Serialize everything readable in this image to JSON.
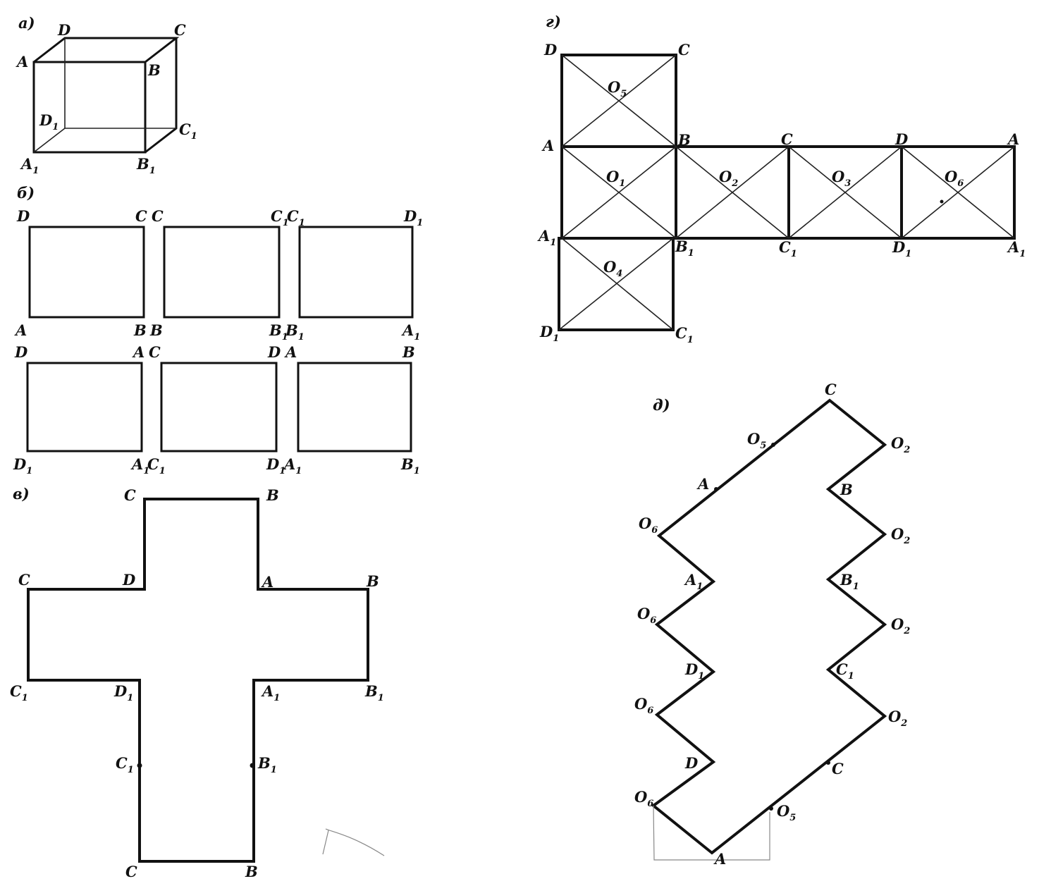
{
  "panels": {
    "a": "а)",
    "b": "б)",
    "v": "в)",
    "g": "г)",
    "d": "д)"
  },
  "cube_a": {
    "D": "D",
    "C": "C",
    "A": "A",
    "B": "B",
    "D1": [
      "D",
      "1"
    ],
    "C1": [
      "C",
      "1"
    ],
    "A1": [
      "A",
      "1"
    ],
    "B1": [
      "B",
      "1"
    ]
  },
  "faces_b": [
    {
      "tl": [
        "D",
        ""
      ],
      "tr": [
        "C",
        ""
      ],
      "bl": [
        "A",
        ""
      ],
      "br": [
        "B",
        ""
      ]
    },
    {
      "tl": [
        "C",
        ""
      ],
      "tr": [
        "C",
        "1"
      ],
      "bl": [
        "B",
        ""
      ],
      "br": [
        "B",
        "1"
      ]
    },
    {
      "tl": [
        "C",
        "1"
      ],
      "tr": [
        "D",
        "1"
      ],
      "bl": [
        "B",
        "1"
      ],
      "br": [
        "A",
        "1"
      ]
    },
    {
      "tl": [
        "D",
        ""
      ],
      "tr": [
        "A",
        ""
      ],
      "bl": [
        "D",
        "1"
      ],
      "br": [
        "A",
        "1"
      ]
    },
    {
      "tl": [
        "C",
        ""
      ],
      "tr": [
        "D",
        ""
      ],
      "bl": [
        "C",
        "1"
      ],
      "br": [
        "D",
        "1"
      ]
    },
    {
      "tl": [
        "A",
        ""
      ],
      "tr": [
        "B",
        ""
      ],
      "bl": [
        "A",
        "1"
      ],
      "br": [
        "B",
        "1"
      ]
    }
  ],
  "net_v": {
    "top_left": "C",
    "top_right": "B",
    "mid_left": "C",
    "mid_d": "D",
    "mid_a": "A",
    "mid_right": "B",
    "low_left": [
      "C",
      "1"
    ],
    "low_d1": [
      "D",
      "1"
    ],
    "low_a1": [
      "A",
      "1"
    ],
    "low_right": [
      "B",
      "1"
    ],
    "dot_c1": [
      "C",
      "1"
    ],
    "dot_b1": [
      "B",
      "1"
    ],
    "bottom_left": "C",
    "bottom_right": "B"
  },
  "net_g": {
    "D": "D",
    "C": "C",
    "O5": [
      "O",
      "5"
    ],
    "A": "A",
    "B": "B",
    "C2": "C",
    "D2": "D",
    "A2": "A",
    "O1": [
      "O",
      "1"
    ],
    "O2": [
      "O",
      "2"
    ],
    "O3": [
      "O",
      "3"
    ],
    "O6": [
      "O",
      "6"
    ],
    "A1": [
      "A",
      "1"
    ],
    "B1": [
      "B",
      "1"
    ],
    "C1": [
      "C",
      "1"
    ],
    "D1": [
      "D",
      "1"
    ],
    "A1r": [
      "A",
      "1"
    ],
    "O4": [
      "O",
      "4"
    ],
    "D1b": [
      "D",
      "1"
    ],
    "C1b": [
      "C",
      "1"
    ]
  },
  "zigzag_d": {
    "C_top": "C",
    "O5": [
      "O",
      "5"
    ],
    "A": "A",
    "O2a": [
      "O",
      "2"
    ],
    "B": "B",
    "O2b": [
      "O",
      "2"
    ],
    "O6a": [
      "O",
      "6"
    ],
    "A1": [
      "A",
      "1"
    ],
    "B1": [
      "B",
      "1"
    ],
    "O6b": [
      "O",
      "6"
    ],
    "O2c": [
      "O",
      "2"
    ],
    "D1": [
      "D",
      "1"
    ],
    "C1": [
      "C",
      "1"
    ],
    "O6c": [
      "O",
      "6"
    ],
    "O2d": [
      "O",
      "2"
    ],
    "D": "D",
    "C": "C",
    "O6d": [
      "O",
      "6"
    ],
    "O5b": [
      "O",
      "5"
    ],
    "A_bottom": "A"
  }
}
